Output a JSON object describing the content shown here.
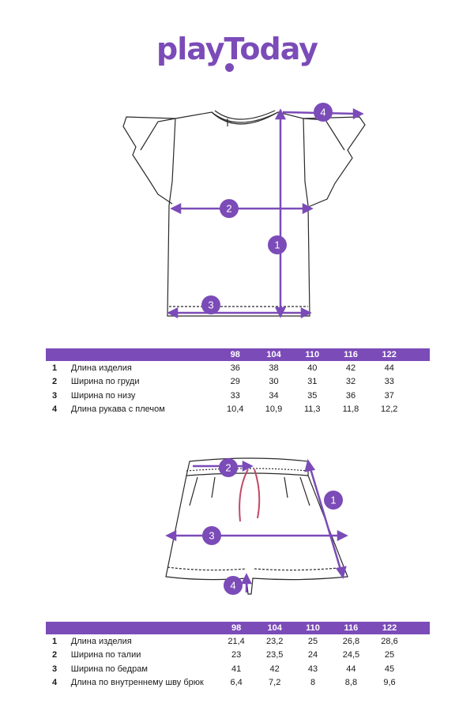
{
  "brand": {
    "logo_text": "playToday",
    "accent_color": "#7b4bb8"
  },
  "size_headers": [
    "98",
    "104",
    "110",
    "116",
    "122"
  ],
  "top_garment": {
    "markers": [
      "1",
      "2",
      "3",
      "4"
    ],
    "rows": [
      {
        "num": "1",
        "name": "Длина изделия",
        "values": [
          "36",
          "38",
          "40",
          "42",
          "44"
        ]
      },
      {
        "num": "2",
        "name": "Ширина по груди",
        "values": [
          "29",
          "30",
          "31",
          "32",
          "33"
        ]
      },
      {
        "num": "3",
        "name": "Ширина по низу",
        "values": [
          "33",
          "34",
          "35",
          "36",
          "37"
        ]
      },
      {
        "num": "4",
        "name": "Длина рукава с плечом",
        "values": [
          "10,4",
          "10,9",
          "11,3",
          "11,8",
          "12,2"
        ]
      }
    ]
  },
  "bottom_garment": {
    "markers": [
      "1",
      "2",
      "3",
      "4"
    ],
    "rows": [
      {
        "num": "1",
        "name": "Длина изделия",
        "values": [
          "21,4",
          "23,2",
          "25",
          "26,8",
          "28,6"
        ]
      },
      {
        "num": "2",
        "name": "Ширина по талии",
        "values": [
          "23",
          "23,5",
          "24",
          "24,5",
          "25"
        ]
      },
      {
        "num": "3",
        "name": "Ширина по бедрам",
        "values": [
          "41",
          "42",
          "43",
          "44",
          "45"
        ]
      },
      {
        "num": "4",
        "name": "Длина по внутреннему шву брюк",
        "values": [
          "6,4",
          "7,2",
          "8",
          "8,8",
          "9,6"
        ]
      }
    ]
  }
}
